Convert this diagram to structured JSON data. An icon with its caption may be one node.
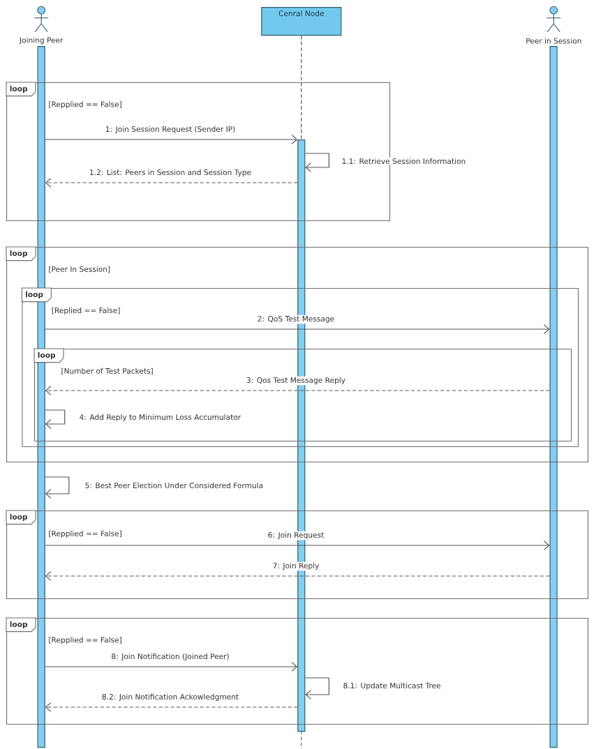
{
  "diagram": {
    "nodes": [
      {
        "text": [
          "Joining Peer"
        ]
      },
      {
        "text": [
          "Cenral Node"
        ]
      },
      {
        "text": [
          "Peer in Session"
        ]
      },
      {
        "text": [],
        "shape": "bar"
      },
      {
        "text": [],
        "shape": "bar"
      },
      {
        "text": [],
        "shape": "bar"
      },
      {
        "text": [
          "[Repplied == False]"
        ]
      },
      {
        "text": [
          "loop"
        ],
        "in": 6
      },
      {
        "text": [
          "[Peer In Session]"
        ]
      },
      {
        "text": [
          "loop"
        ],
        "in": 8
      },
      {
        "text": [
          "[Replied == False]"
        ],
        "in": 8
      },
      {
        "text": [
          "loop"
        ],
        "in": 10
      },
      {
        "text": [
          "[Number of Test Packets]"
        ],
        "in": 10
      },
      {
        "text": [
          "loop"
        ],
        "in": 12
      },
      {
        "text": [
          "[Repplied == False]"
        ]
      },
      {
        "text": [
          "loop"
        ],
        "in": 14
      },
      {
        "text": [
          "[Repplied == False]"
        ]
      },
      {
        "text": [
          "loop"
        ],
        "in": 16
      }
    ],
    "edges": [
      {
        "from": 1,
        "to": 4,
        "arrow": "none",
        "style": "dashed"
      },
      {
        "from": 3,
        "to": 4,
        "arrow": "to",
        "label": "1: Join Session Request (Sender IP)"
      },
      {
        "from": 4,
        "to": 4,
        "arrow": "to",
        "label": "1.1: Retrieve Session Information"
      },
      {
        "from": 4,
        "to": 3,
        "arrow": "to",
        "label": "1.2: List: Peers in Session and Session Type",
        "style": "dashed"
      },
      {
        "from": 3,
        "to": 5,
        "arrow": "to",
        "label": "2: QoS Test Message"
      },
      {
        "from": 5,
        "to": 3,
        "arrow": "to",
        "label": "3: Qos Test Message Reply",
        "style": "dashed"
      },
      {
        "from": 3,
        "to": 3,
        "arrow": "to",
        "label": "4: Add Reply to Minimum Loss Accumulator"
      },
      {
        "from": 3,
        "to": 3,
        "arrow": "to",
        "label": "5: Best Peer Election Under Considered Formula"
      },
      {
        "from": 3,
        "to": 5,
        "arrow": "to",
        "label": "6: Join Request"
      },
      {
        "from": 5,
        "to": 3,
        "arrow": "to",
        "label": "7: Join Reply",
        "style": "dashed"
      },
      {
        "from": 3,
        "to": 4,
        "arrow": "to",
        "label": "8: Join Notification (Joined Peer)"
      },
      {
        "from": 4,
        "to": 4,
        "arrow": "to",
        "label": "8.1: Update Multicast Tree"
      },
      {
        "from": 4,
        "to": 3,
        "arrow": "to",
        "label": "8.2: Join Notification Ackowledgment",
        "style": "dashed"
      }
    ]
  }
}
